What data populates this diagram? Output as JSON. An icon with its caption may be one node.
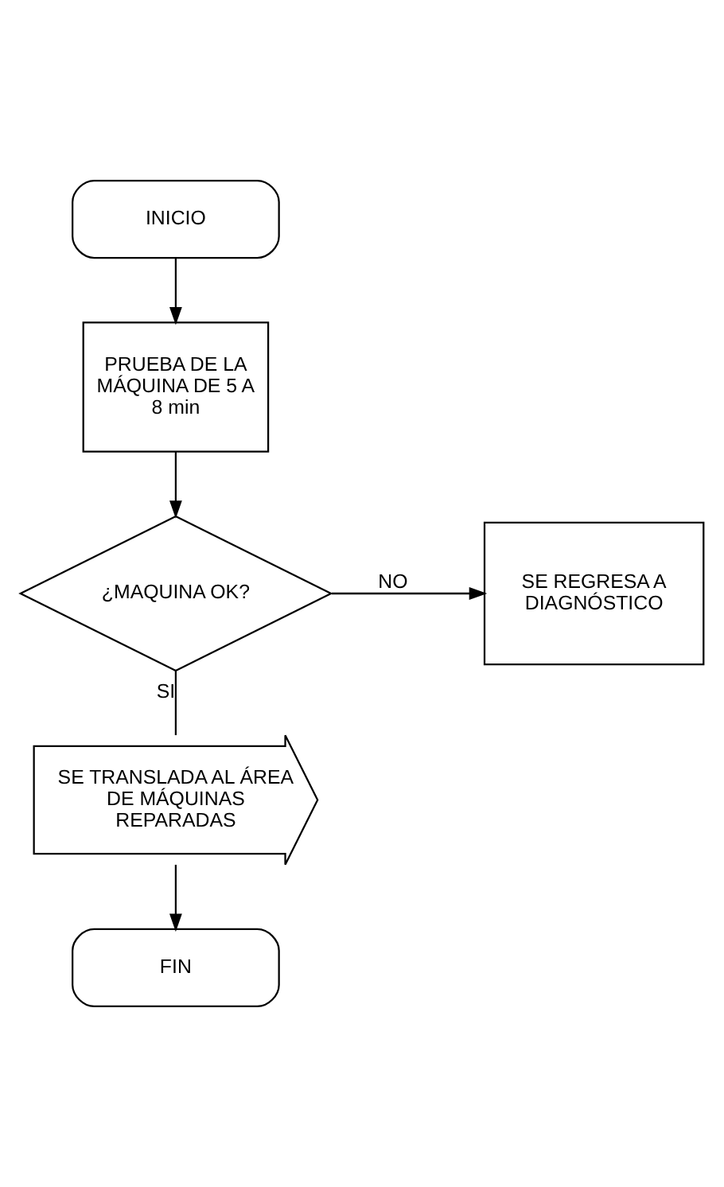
{
  "diagram": {
    "nodes": [
      {
        "text": [
          "INICIO"
        ]
      },
      {
        "text": [
          "PRUEBA DE LA MÁQUINA DE 5 A 8 min"
        ]
      },
      {
        "text": [
          "¿MAQUINA OK?"
        ]
      },
      {
        "text": [
          "SE REGRESA A DIAGNÓSTICO"
        ]
      },
      {
        "text": [
          "SE TRANSLADA AL ÁREA DE MÁQUINAS REPARADAS"
        ]
      },
      {
        "text": [
          "FIN"
        ]
      }
    ],
    "edges": [
      {
        "from": 0,
        "to": 1,
        "arrow": "to"
      },
      {
        "from": 1,
        "to": 2,
        "arrow": "to"
      },
      {
        "from": 2,
        "to": 3,
        "arrow": "to",
        "label": "NO"
      },
      {
        "from": 2,
        "to": 4,
        "arrow": "none",
        "label": "SI"
      },
      {
        "from": 4,
        "to": 5,
        "arrow": "to"
      }
    ]
  }
}
